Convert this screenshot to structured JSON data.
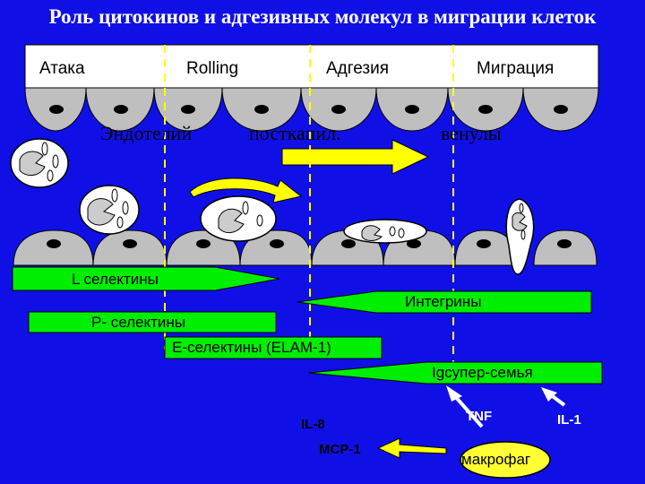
{
  "title": "Роль цитокинов и адгезивных молекул в миграции клеток",
  "stages": [
    "Атака",
    "Rolling",
    "Адгезия",
    "Миграция"
  ],
  "vessel_labels": [
    "Эндотелий",
    "посткапил.",
    "венулы"
  ],
  "molecules": {
    "l_selectins": "L селектины",
    "integrins": "Интегрины",
    "p_selectins": "P- селектины",
    "e_selectins": "E-селектины (ELAM-1)",
    "ig_superfamily": "Igсупер-семья"
  },
  "cytokines": {
    "il8": "IL-8",
    "mcp1": "MCP-1",
    "tnf": "TNF",
    "il1": "IL-1",
    "macrophage": "макрофаг"
  },
  "colors": {
    "background": "#1010e6",
    "bar_green": "#00ee00",
    "cell_grey": "#bfbfbf",
    "arrow_yellow": "#ffff00",
    "macrophage_yellow": "#ffff33"
  }
}
